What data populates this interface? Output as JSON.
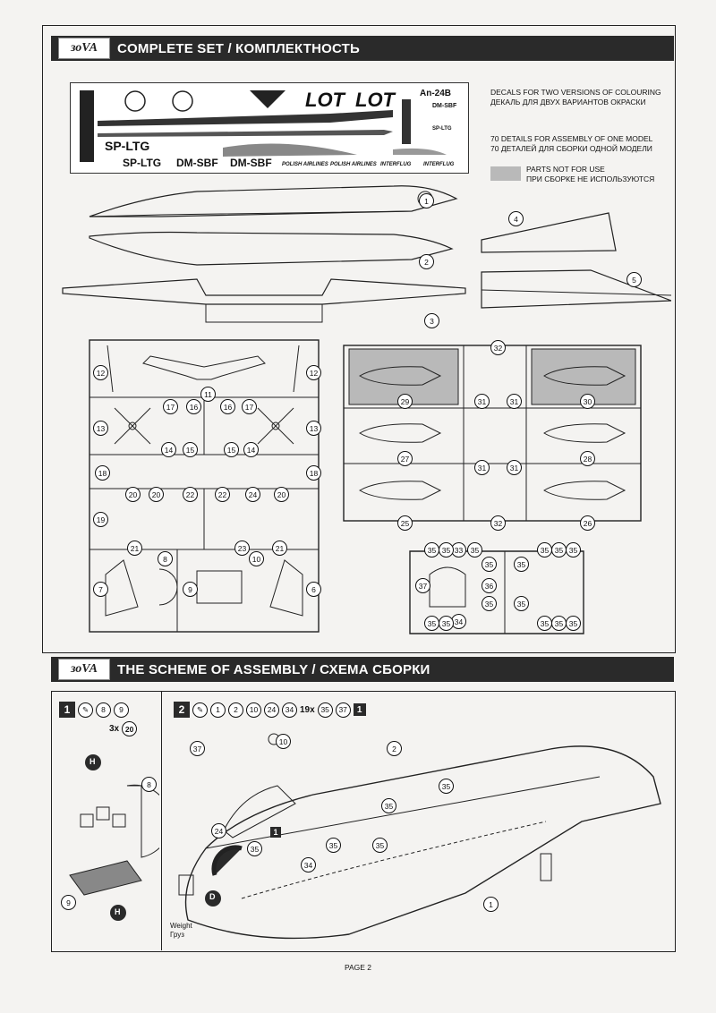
{
  "section1": {
    "logo": "зоVA",
    "title": "COMPLETE SET / КОМПЛЕКТНОСТЬ"
  },
  "decal_sheet": {
    "top_labels": [
      "LOT",
      "LOT",
      "An-24B"
    ],
    "regs": [
      "SP-LTG",
      "SP-LTG",
      "DM-SBF",
      "DM-SBF",
      "DM-SBF",
      "SP-LTG"
    ],
    "bottom_texts": [
      "POLISH AIRLINES",
      "POLISH AIRLINES",
      "INTERFLUG",
      "INTERFLUG"
    ]
  },
  "notes": {
    "decals_en": "DECALS FOR TWO VERSIONS OF COLOURING",
    "decals_ru": "ДЕКАЛЬ ДЛЯ ДВУХ ВАРИАНТОВ ОКРАСКИ",
    "details_en": "70 DETAILS FOR ASSEMBLY OF ONE MODEL",
    "details_ru": "70 ДЕТАЛЕЙ ДЛЯ СБОРКИ ОДНОЙ МОДЕЛИ",
    "unused_en": "PARTS NOT FOR USE",
    "unused_ru": "ПРИ СБОРКЕ НЕ ИСПОЛЬЗУЮТСЯ"
  },
  "section2": {
    "logo": "зоVA",
    "title": "THE SCHEME OF ASSEMBLY / СХЕМА СБОРКИ"
  },
  "step1": {
    "num": "1",
    "parts": [
      "8",
      "9"
    ],
    "mult": "3x",
    "mult_part": "20"
  },
  "step2": {
    "num": "2",
    "parts": [
      "1",
      "2",
      "10",
      "24",
      "34"
    ],
    "mult": "19x",
    "mult_parts": [
      "35",
      "37"
    ],
    "ref": "1"
  },
  "labels": {
    "weight_en": "Weight",
    "weight_ru": "Груз",
    "glue_h": "H",
    "glue_d": "D"
  },
  "page": "PAGE 2",
  "colors": {
    "banner": "#2a2a2a",
    "unused_grey": "#b9b9b9"
  }
}
